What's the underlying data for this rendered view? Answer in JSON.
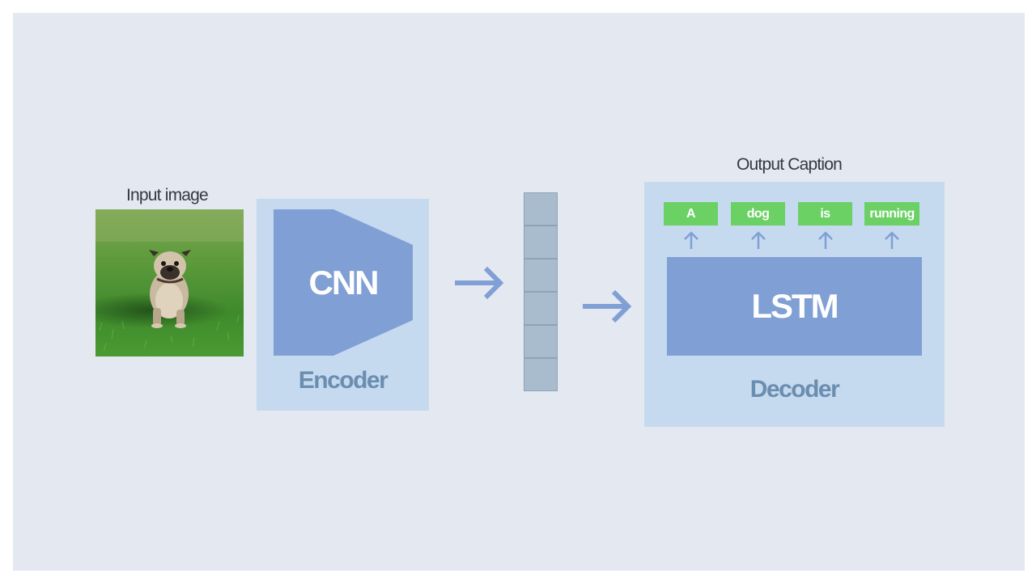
{
  "input": {
    "label": "Input image",
    "photo_icon": "pug-running-on-grass"
  },
  "encoder": {
    "network_label": "CNN",
    "title": "Encoder"
  },
  "feature_vector": {
    "cells": 6
  },
  "decoder": {
    "network_label": "LSTM",
    "title": "Decoder",
    "output_label": "Output Caption",
    "words": [
      "A",
      "dog",
      "is",
      "running"
    ]
  },
  "colors": {
    "background": "#e4e8f0",
    "panel": "#c5daef",
    "network_block": "#809fd5",
    "panel_title": "#6a8db0",
    "word_box": "#6cd165",
    "vector": "#a9bccd",
    "arrow": "#809fd5"
  }
}
